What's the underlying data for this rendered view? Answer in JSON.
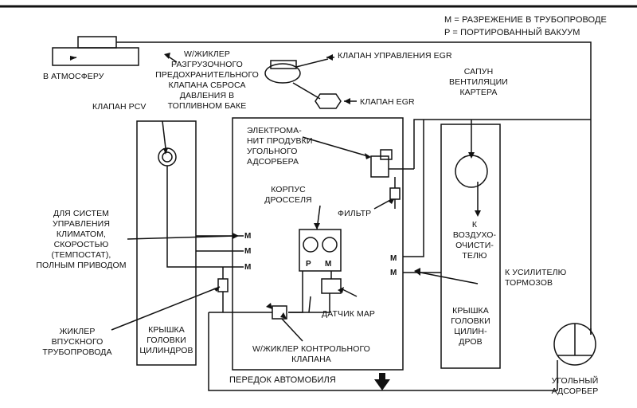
{
  "legend": {
    "m_line": "M = РАЗРЕЖЕНИЕ В ТРУБОПРОВОДЕ",
    "p_line": "P = ПОРТИРОВАННЫЙ ВАКУУМ"
  },
  "labels": {
    "to_atmosphere": "В АТМОСФЕРУ",
    "relief_jet": "W/ЖИКЛЕР\nРАЗГРУЗОЧНОГО\nПРЕДОХРАНИТЕЛЬНОГО\nКЛАПАНА СБРОСА\nДАВЛЕНИЯ В\nТОПЛИВНОМ БАКЕ",
    "egr_control_valve": "КЛАПАН УПРАВЛЕНИЯ EGR",
    "egr_valve": "КЛАПАН EGR",
    "pcv_valve": "КЛАПАН PCV",
    "crankcase_vent": "САПУН\nВЕНТИЛЯЦИИ\nКАРТЕРА",
    "canister_purge_solenoid": "ЭЛЕКТРОМА-\nНИТ ПРОДУВКИ\nУГОЛЬНОГО\nАДСОРБЕРА",
    "throttle_body": "КОРПУС\nДРОССЕЛЯ",
    "filter": "ФИЛЬТР",
    "climate_systems": "ДЛЯ СИСТЕМ\nУПРАВЛЕНИЯ\nКЛИМАТОМ,\nСКОРОСТЬЮ\n(ТЕМПОСТАТ),\nПОЛНЫМ ПРИВОДОМ",
    "to_air_cleaner": "К\nВОЗДУХО-\nОЧИСТИ-\nТЕЛЮ",
    "to_brake_booster": "К УСИЛИТЕЛЮ\nТОРМОЗОВ",
    "head_cover_right": "КРЫШКА\nГОЛОВКИ\nЦИЛИН-\nДРОВ",
    "map_sensor": "ДАТЧИК MAP",
    "intake_manifold_jet": "ЖИКЛЕР\nВПУСКНОГО\nТРУБОПРОВОДА",
    "head_cover_left": "КРЫШКА\nГОЛОВКИ\nЦИЛИНДРОВ",
    "control_valve_jet": "W/ЖИКЛЕР КОНТРОЛЬНОГО\nКЛАПАНА",
    "vehicle_front": "ПЕРЕДОК АВТОМОБИЛЯ",
    "charcoal_canister": "УГОЛЬНЫЙ\nАДСОРБЕР"
  },
  "ports": {
    "m_left_1": "M",
    "m_left_2": "M",
    "m_left_3": "M",
    "p_throttle": "P",
    "m_throttle": "M",
    "m_right_1": "M",
    "m_right_2": "M"
  },
  "colors": {
    "ink": "#111111",
    "paper": "#ffffff"
  }
}
